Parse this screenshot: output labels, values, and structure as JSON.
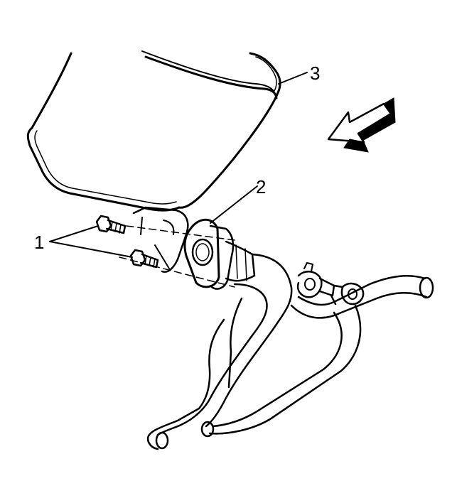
{
  "diagram": {
    "callouts": [
      {
        "id": "1",
        "label": "1"
      },
      {
        "id": "2",
        "label": "2"
      },
      {
        "id": "3",
        "label": "3"
      }
    ],
    "colors": {
      "ink": "#000000",
      "paper": "#ffffff"
    },
    "icons": [
      "direction-arrow-icon"
    ]
  }
}
